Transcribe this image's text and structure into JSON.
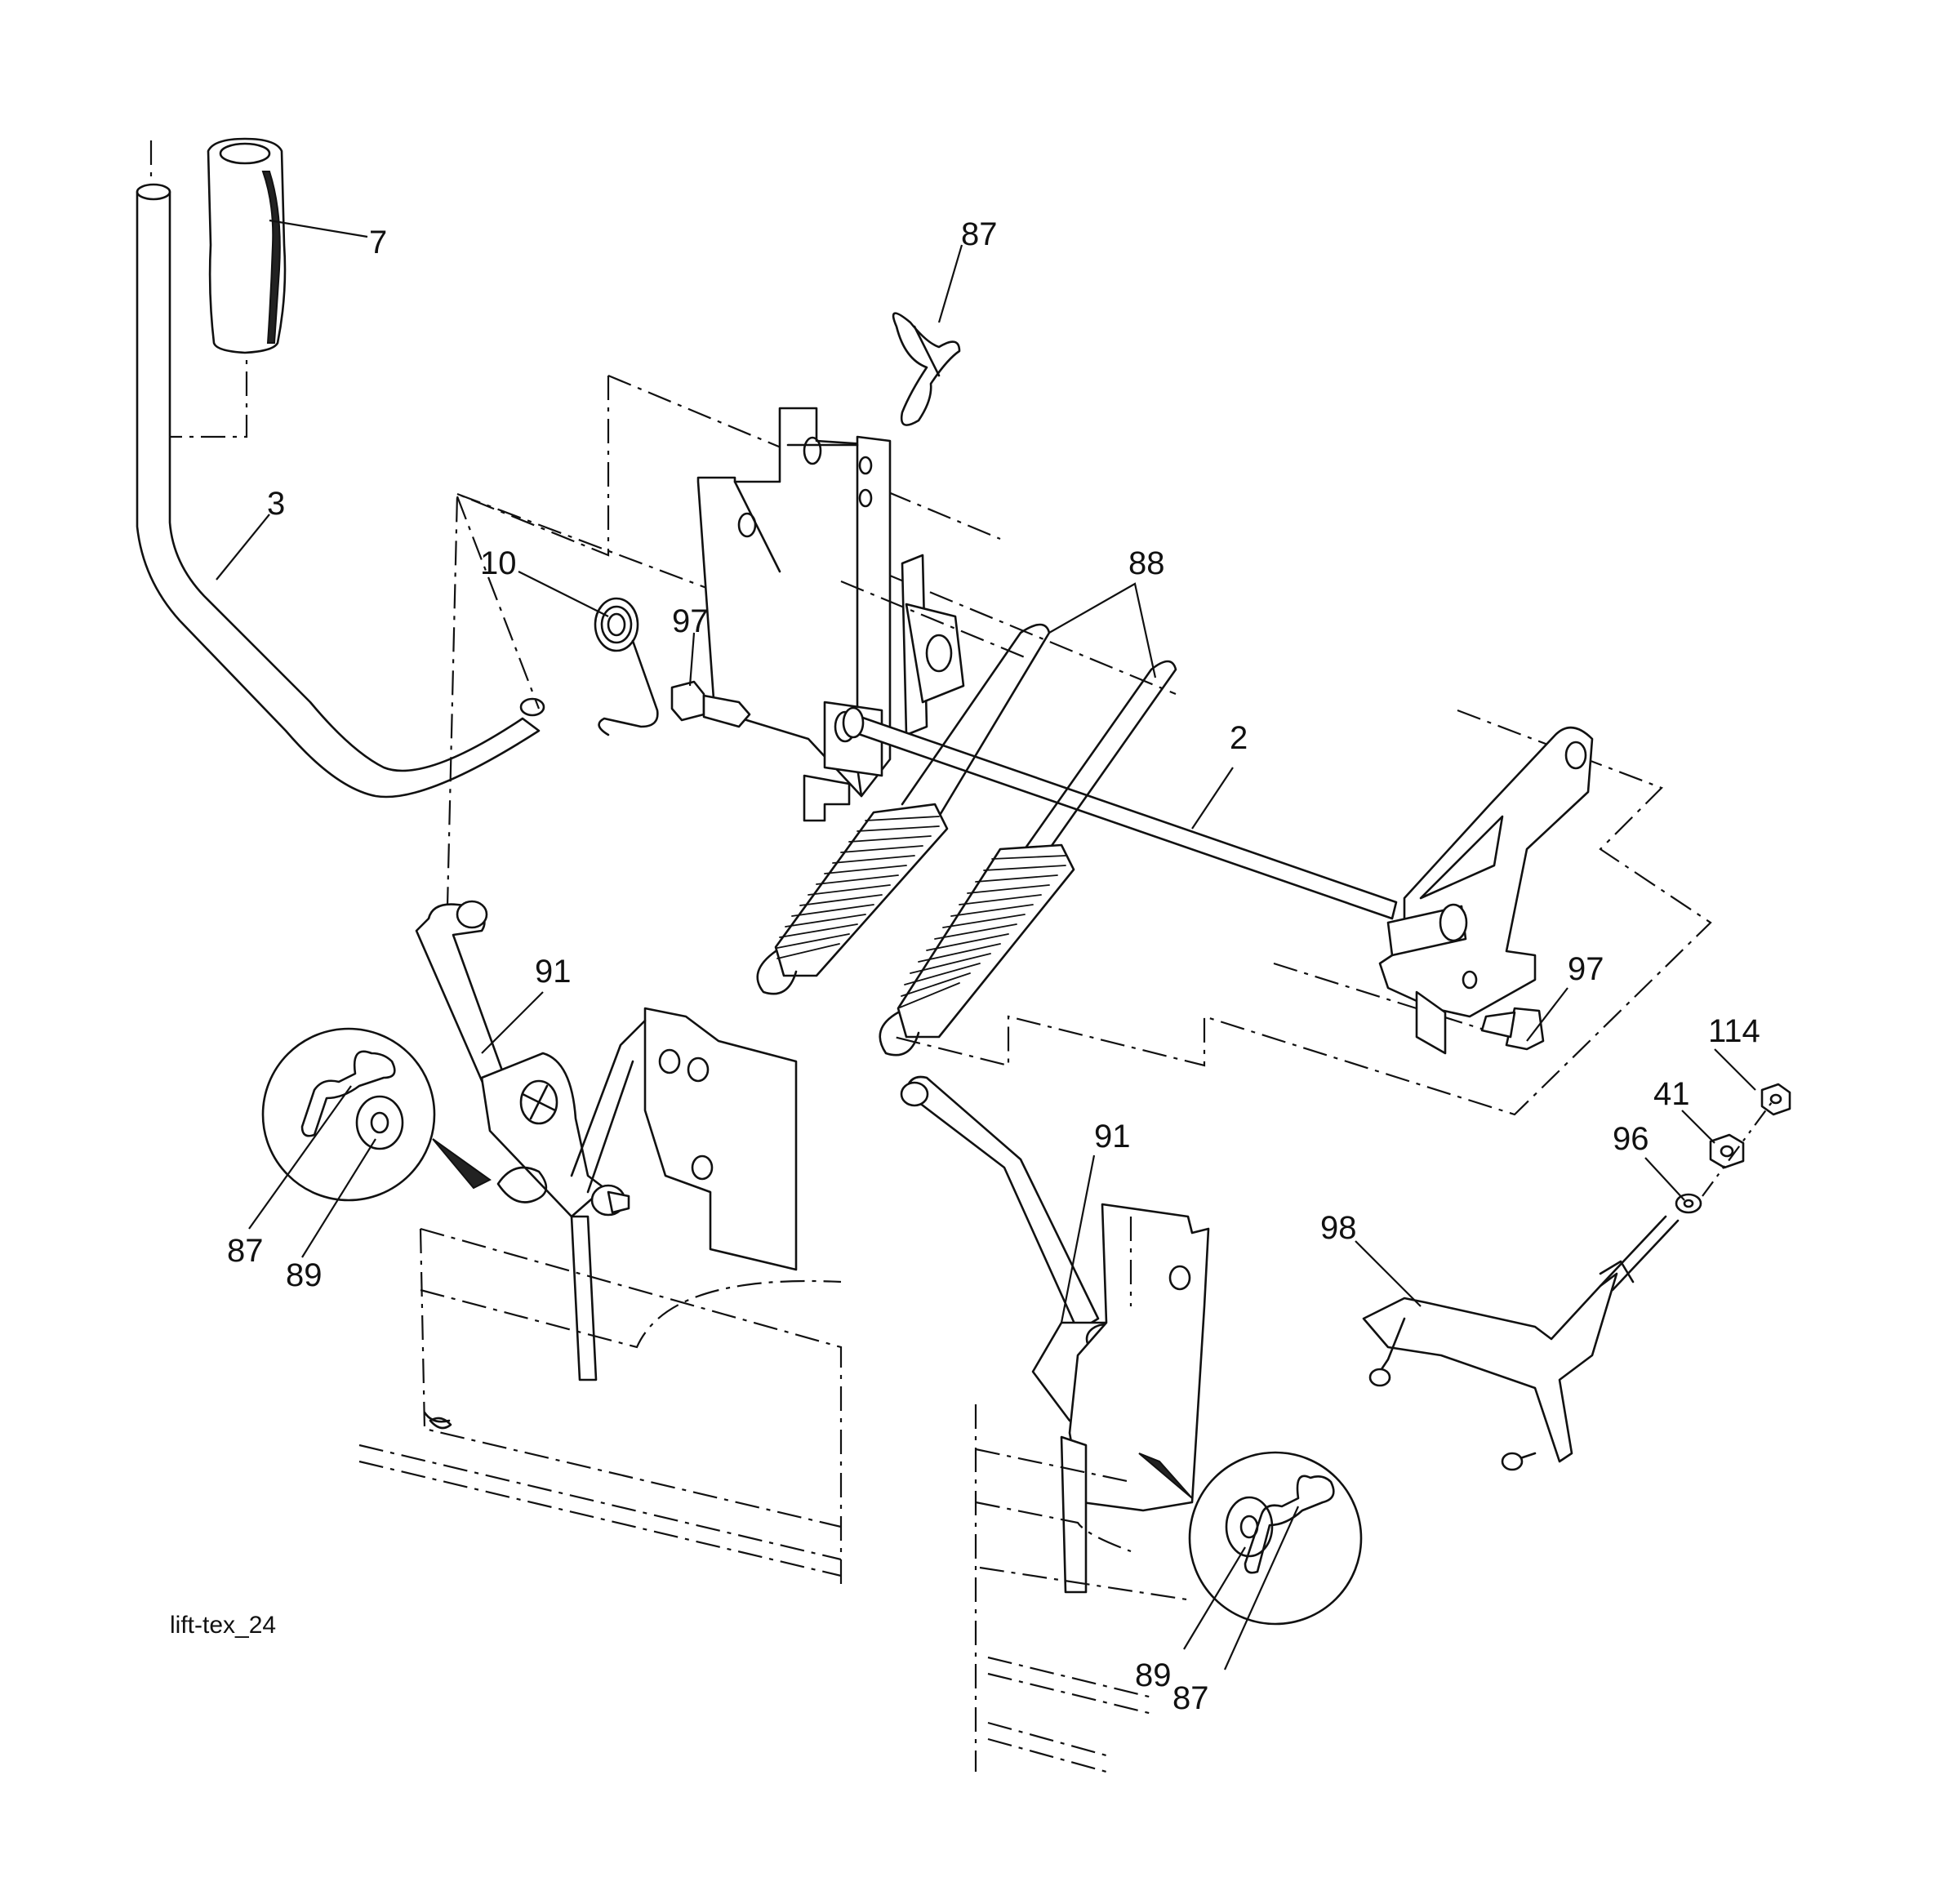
{
  "diagram": {
    "caption": "lift-tex_24",
    "callouts": [
      {
        "id": "c7",
        "label": "7"
      },
      {
        "id": "c87-top",
        "label": "87"
      },
      {
        "id": "c3",
        "label": "3"
      },
      {
        "id": "c10",
        "label": "10"
      },
      {
        "id": "c88",
        "label": "88"
      },
      {
        "id": "c97-left",
        "label": "97"
      },
      {
        "id": "c2",
        "label": "2"
      },
      {
        "id": "c91-left",
        "label": "91"
      },
      {
        "id": "c97-right",
        "label": "97"
      },
      {
        "id": "c114",
        "label": "114"
      },
      {
        "id": "c41",
        "label": "41"
      },
      {
        "id": "c96",
        "label": "96"
      },
      {
        "id": "c91-right",
        "label": "91"
      },
      {
        "id": "c98",
        "label": "98"
      },
      {
        "id": "c87-left",
        "label": "87"
      },
      {
        "id": "c89-left",
        "label": "89"
      },
      {
        "id": "c89-right",
        "label": "89"
      },
      {
        "id": "c87-right",
        "label": "87"
      }
    ]
  }
}
